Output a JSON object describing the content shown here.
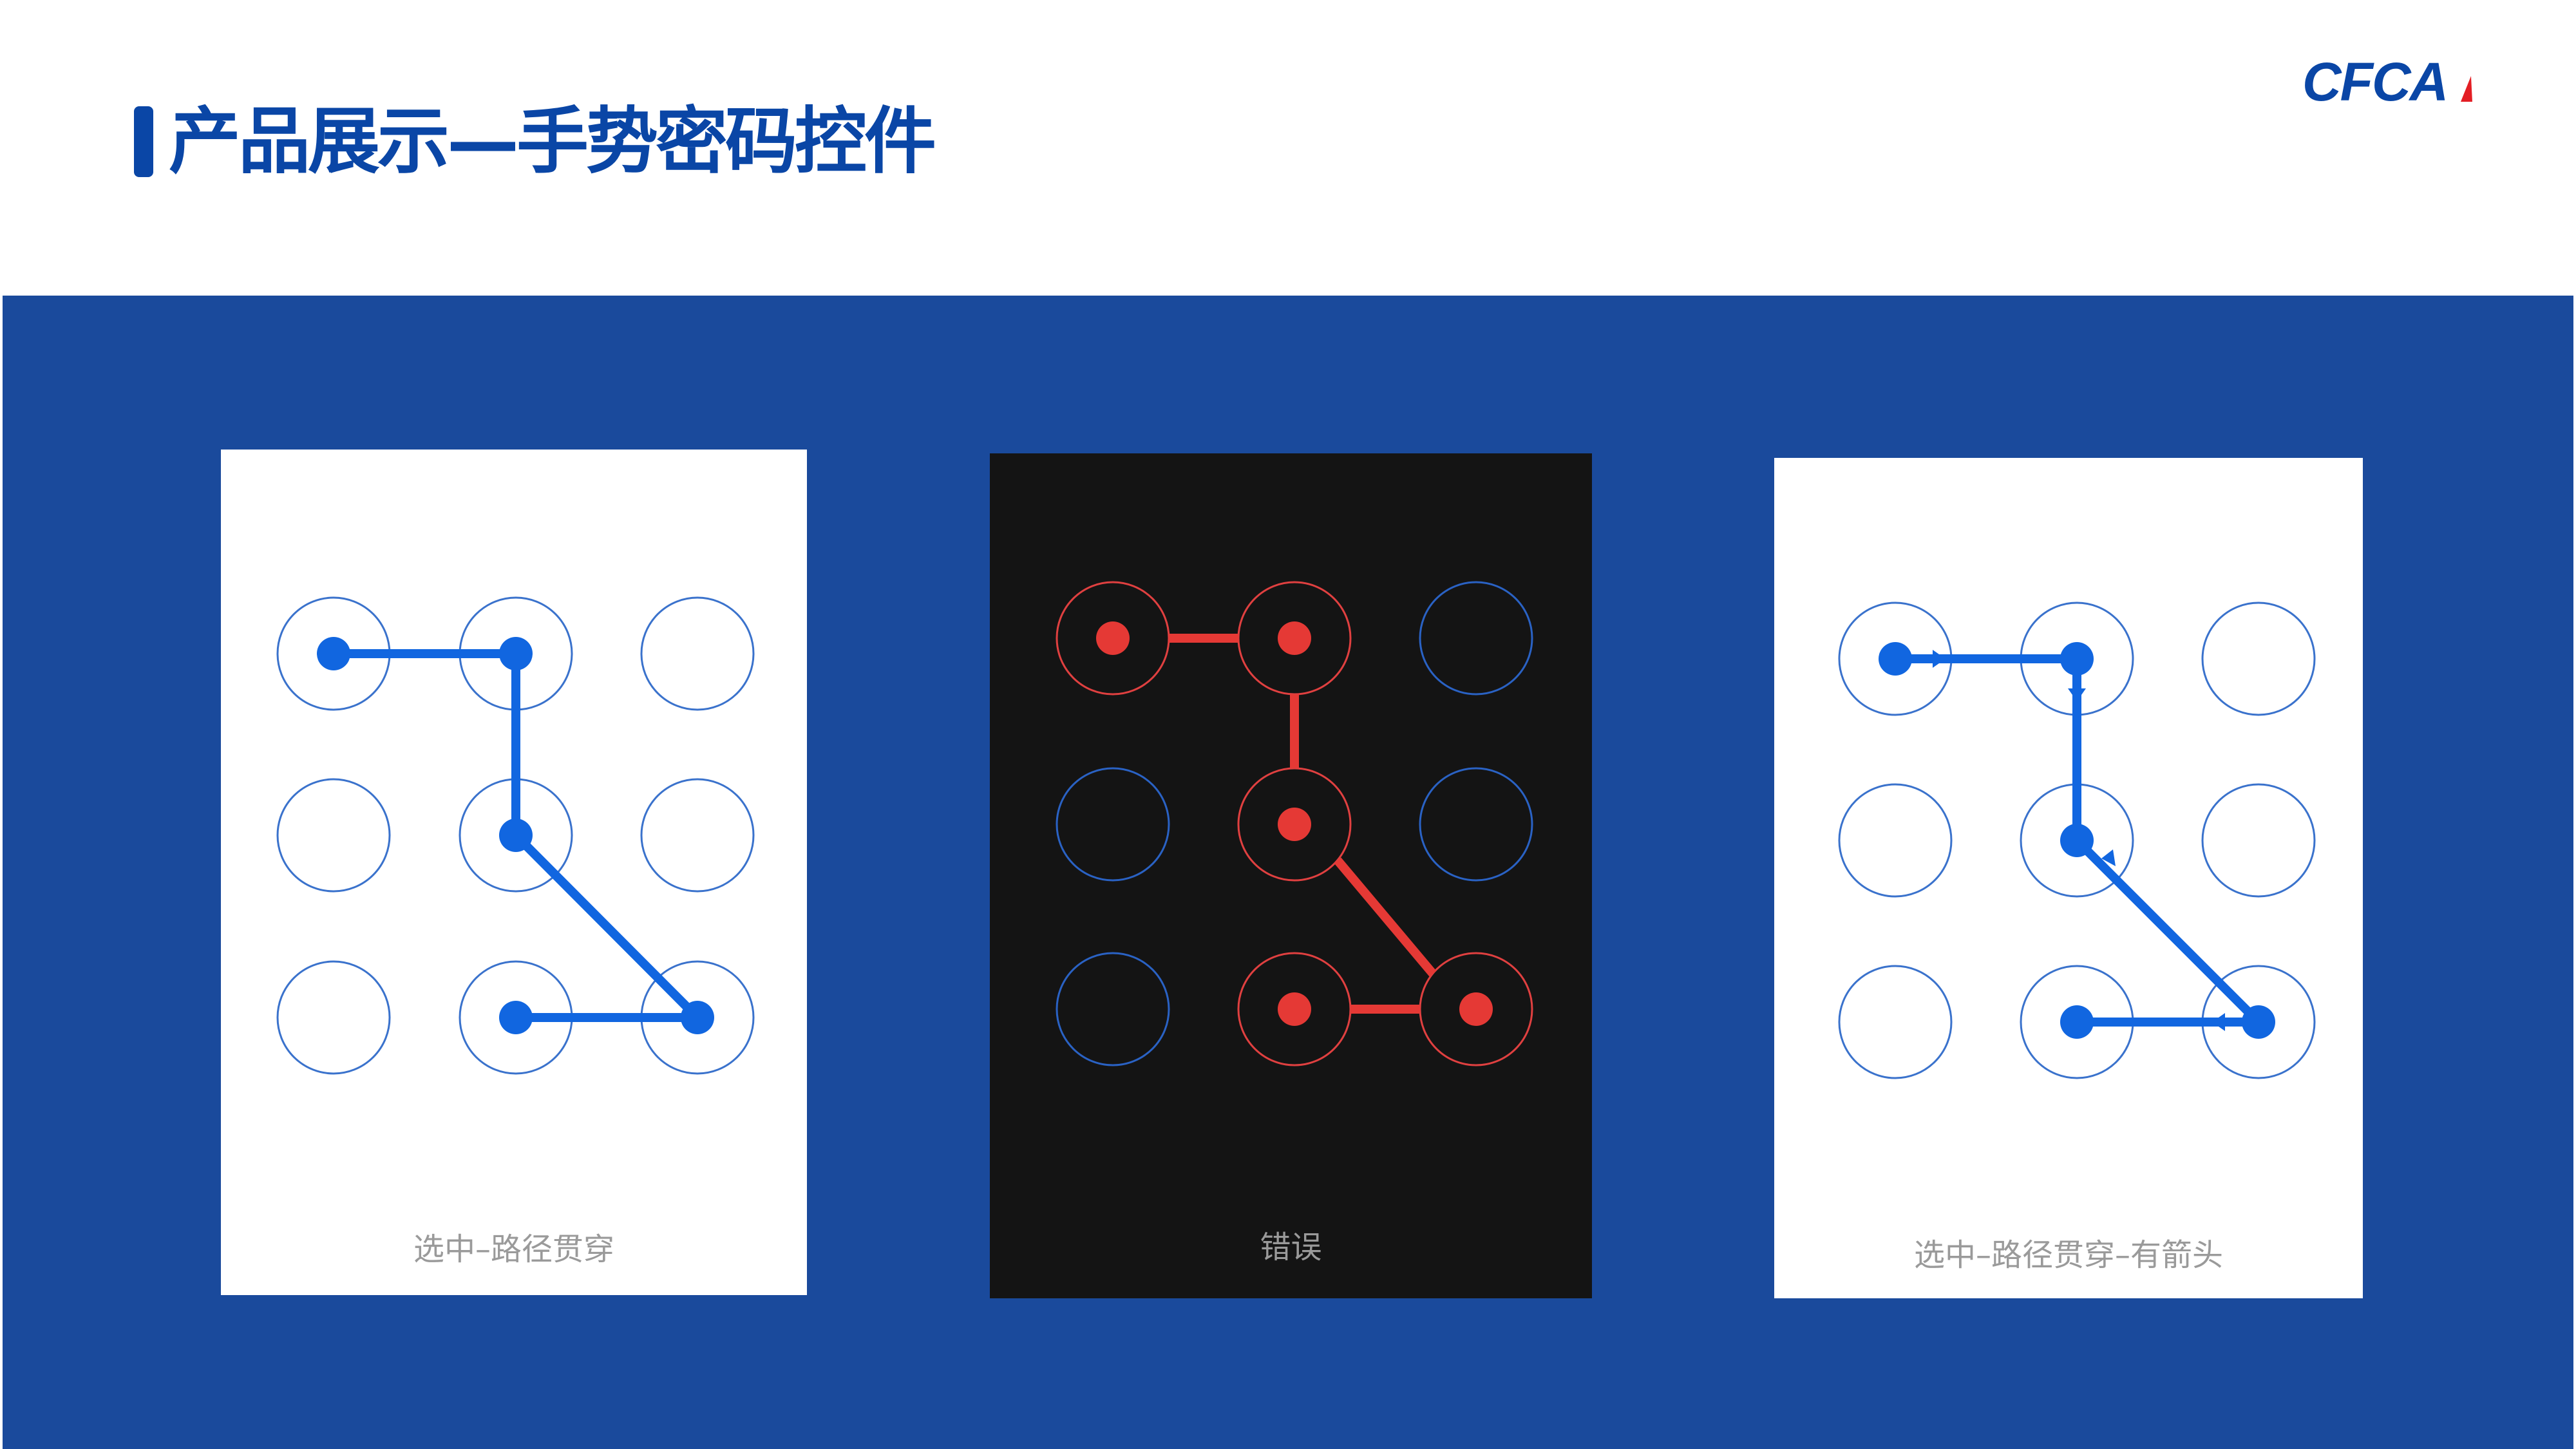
{
  "header": {
    "title": "产品展示—手势密码控件",
    "logo_text": "CFCA",
    "brand_color": "#0a46a6",
    "logo_accent_color": "#e31e24"
  },
  "band_color": "#1a4a9c",
  "cards": [
    {
      "label": "选中–路径贯穿",
      "theme": "light",
      "background": "#ffffff",
      "path_color": "#1166e0",
      "ring_color": "#3a72cc",
      "selected_nodes": [
        1,
        2,
        5,
        9,
        8
      ],
      "arrows": false
    },
    {
      "label": "错误",
      "theme": "dark",
      "background": "#141414",
      "path_color": "#e53935",
      "ring_color_selected": "#e04040",
      "ring_color_idle": "#2a62c4",
      "selected_nodes": [
        1,
        2,
        5,
        9,
        8
      ],
      "arrows": false
    },
    {
      "label": "选中–路径贯穿–有箭头",
      "theme": "light",
      "background": "#ffffff",
      "path_color": "#1166e0",
      "ring_color": "#3a72cc",
      "selected_nodes": [
        1,
        2,
        5,
        9,
        8
      ],
      "arrows": true
    }
  ]
}
